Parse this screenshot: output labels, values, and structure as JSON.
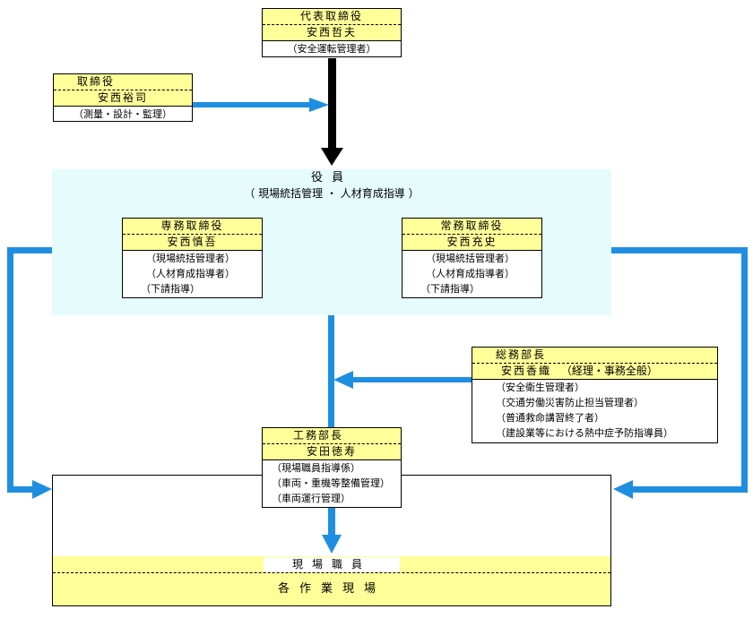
{
  "representative": {
    "title": "代表取締役",
    "name": "安西哲夫",
    "role": "（安全運転管理者）"
  },
  "director": {
    "title": "取締役",
    "name": "安西裕司",
    "role": "（測量・設計・監理）"
  },
  "officers": {
    "title": "役員",
    "subtitle": "（ 現場統括管理 ・ 人材育成指導 ）"
  },
  "senmu": {
    "title": "専務取締役",
    "name": "安西慎吾",
    "roles": [
      "（現場統括管理者）",
      "（人材育成指導者）",
      "（下請指導）"
    ]
  },
  "jomu": {
    "title": "常務取締役",
    "name": "安西充史",
    "roles": [
      "（現場統括管理者）",
      "（人材育成指導者）",
      "（下請指導）"
    ]
  },
  "soumu": {
    "title": "総務部長",
    "name": "安西香織",
    "note": "（経理・事務全般）",
    "roles": [
      "（安全衛生管理者）",
      "（交通労働災害防止担当管理者）",
      "（普通救命講習終了者）",
      "（建設業等における熱中症予防指導員）"
    ]
  },
  "koumu": {
    "title": "工務部長",
    "name": "安田徳寿",
    "roles": [
      "（現場職員指導係）",
      "（車両・重機等整備管理）",
      "（車両運行管理）"
    ]
  },
  "site": {
    "staff": "現場職員",
    "workplaces": "各作業現場"
  },
  "colors": {
    "arrow_blue": "#1e8fe0",
    "arrow_black": "#000000",
    "panel": "#e6fcfc",
    "highlight": "#ffff99"
  }
}
